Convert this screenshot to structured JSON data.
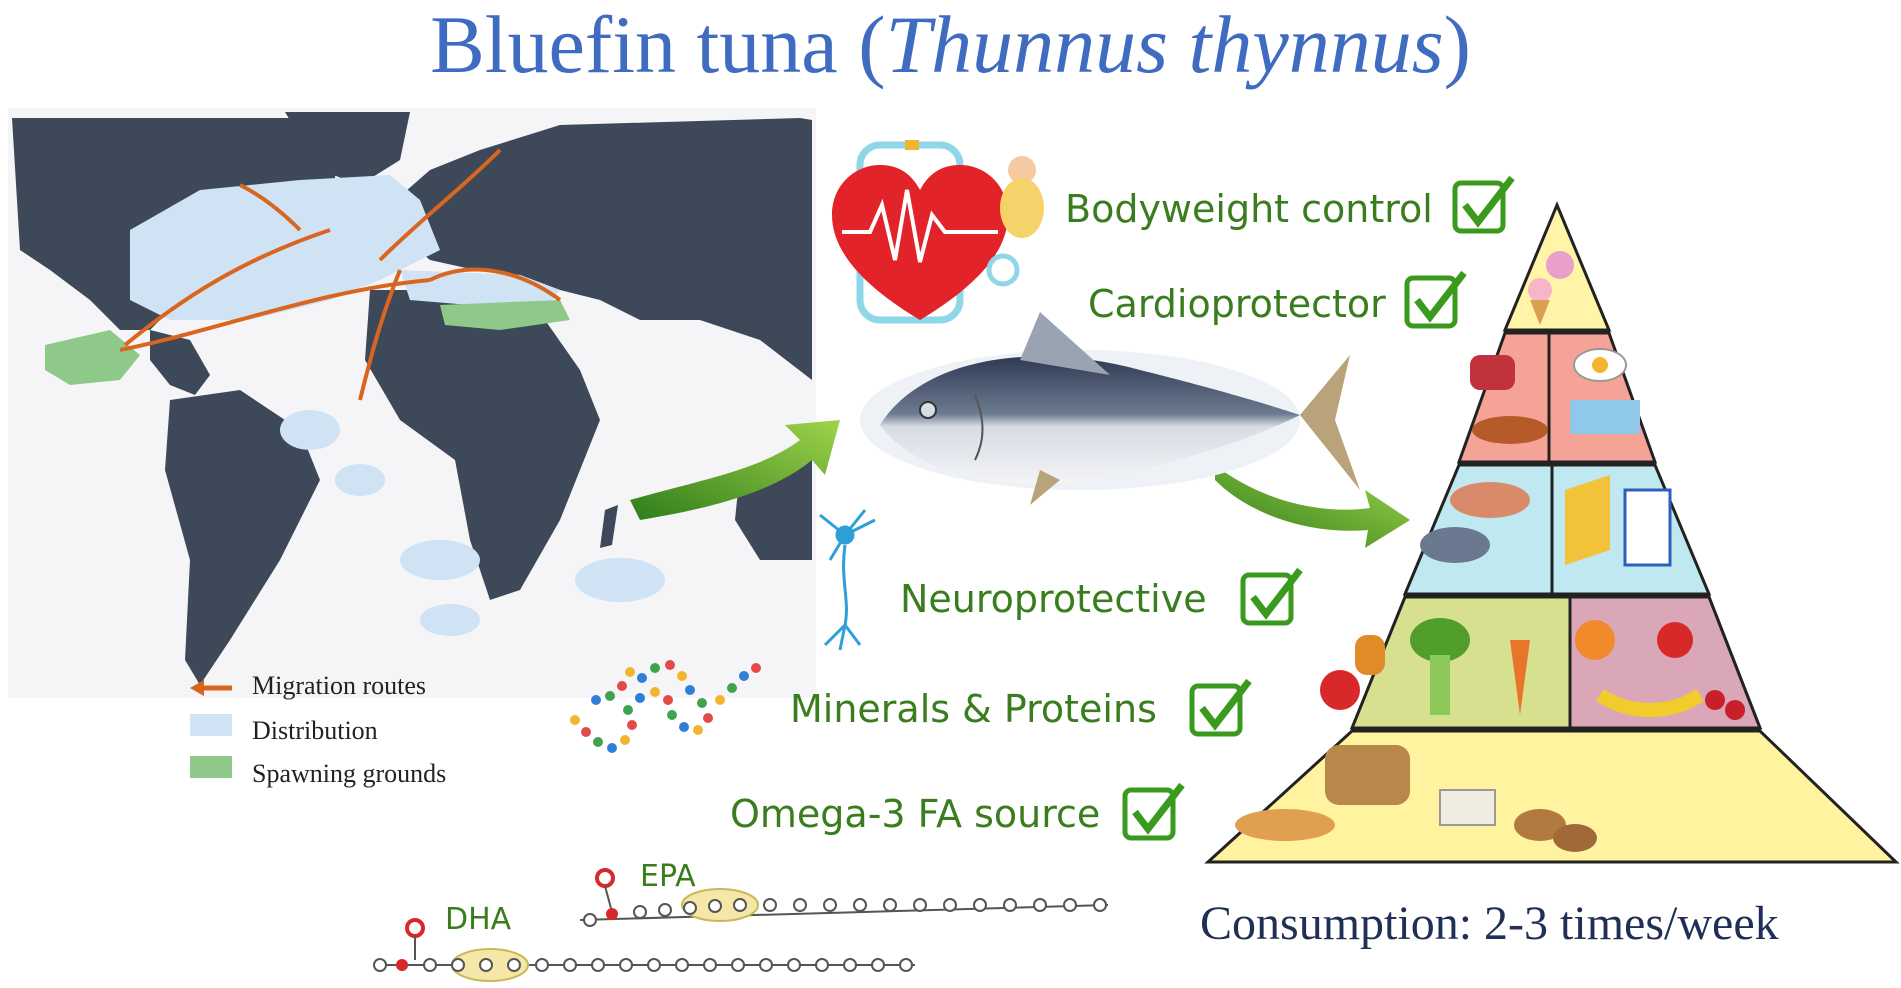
{
  "title": {
    "main": "Bluefin tuna (",
    "scientific": "Thunnus thynnus",
    "close": ")"
  },
  "legend": {
    "migration": "Migration routes",
    "distribution": "Distribution",
    "spawning": "Spawning grounds"
  },
  "benefits": [
    "Bodyweight control",
    "Cardioprotector",
    "Neuroprotective",
    "Minerals & Proteins",
    "Omega-3 FA source"
  ],
  "fatty_acids": {
    "epa": "EPA",
    "dha": "DHA"
  },
  "consumption": "Consumption: 2-3 times/week",
  "colors": {
    "title": "#3f6cc0",
    "benefit_text": "#3a7d1e",
    "check": "#3a9a1e",
    "land": "#3d4858",
    "distribution": "#cfe3f5",
    "spawning": "#8fc98a",
    "migration": "#d9661f",
    "pyramid_top": "#fff4a8",
    "pyramid_protein": "#f6a397",
    "pyramid_fish": "#bfe8f0",
    "pyramid_veg": "#d6e08e",
    "pyramid_fruit": "#d9a7b8",
    "pyramid_base": "#fff3a0"
  },
  "icons": [
    "check-icon",
    "heart-stethoscope-icon",
    "person-icon",
    "tuna-fish-icon",
    "neuron-icon",
    "protein-chain-icon",
    "green-arrow-icon",
    "food-pyramid-icon"
  ]
}
